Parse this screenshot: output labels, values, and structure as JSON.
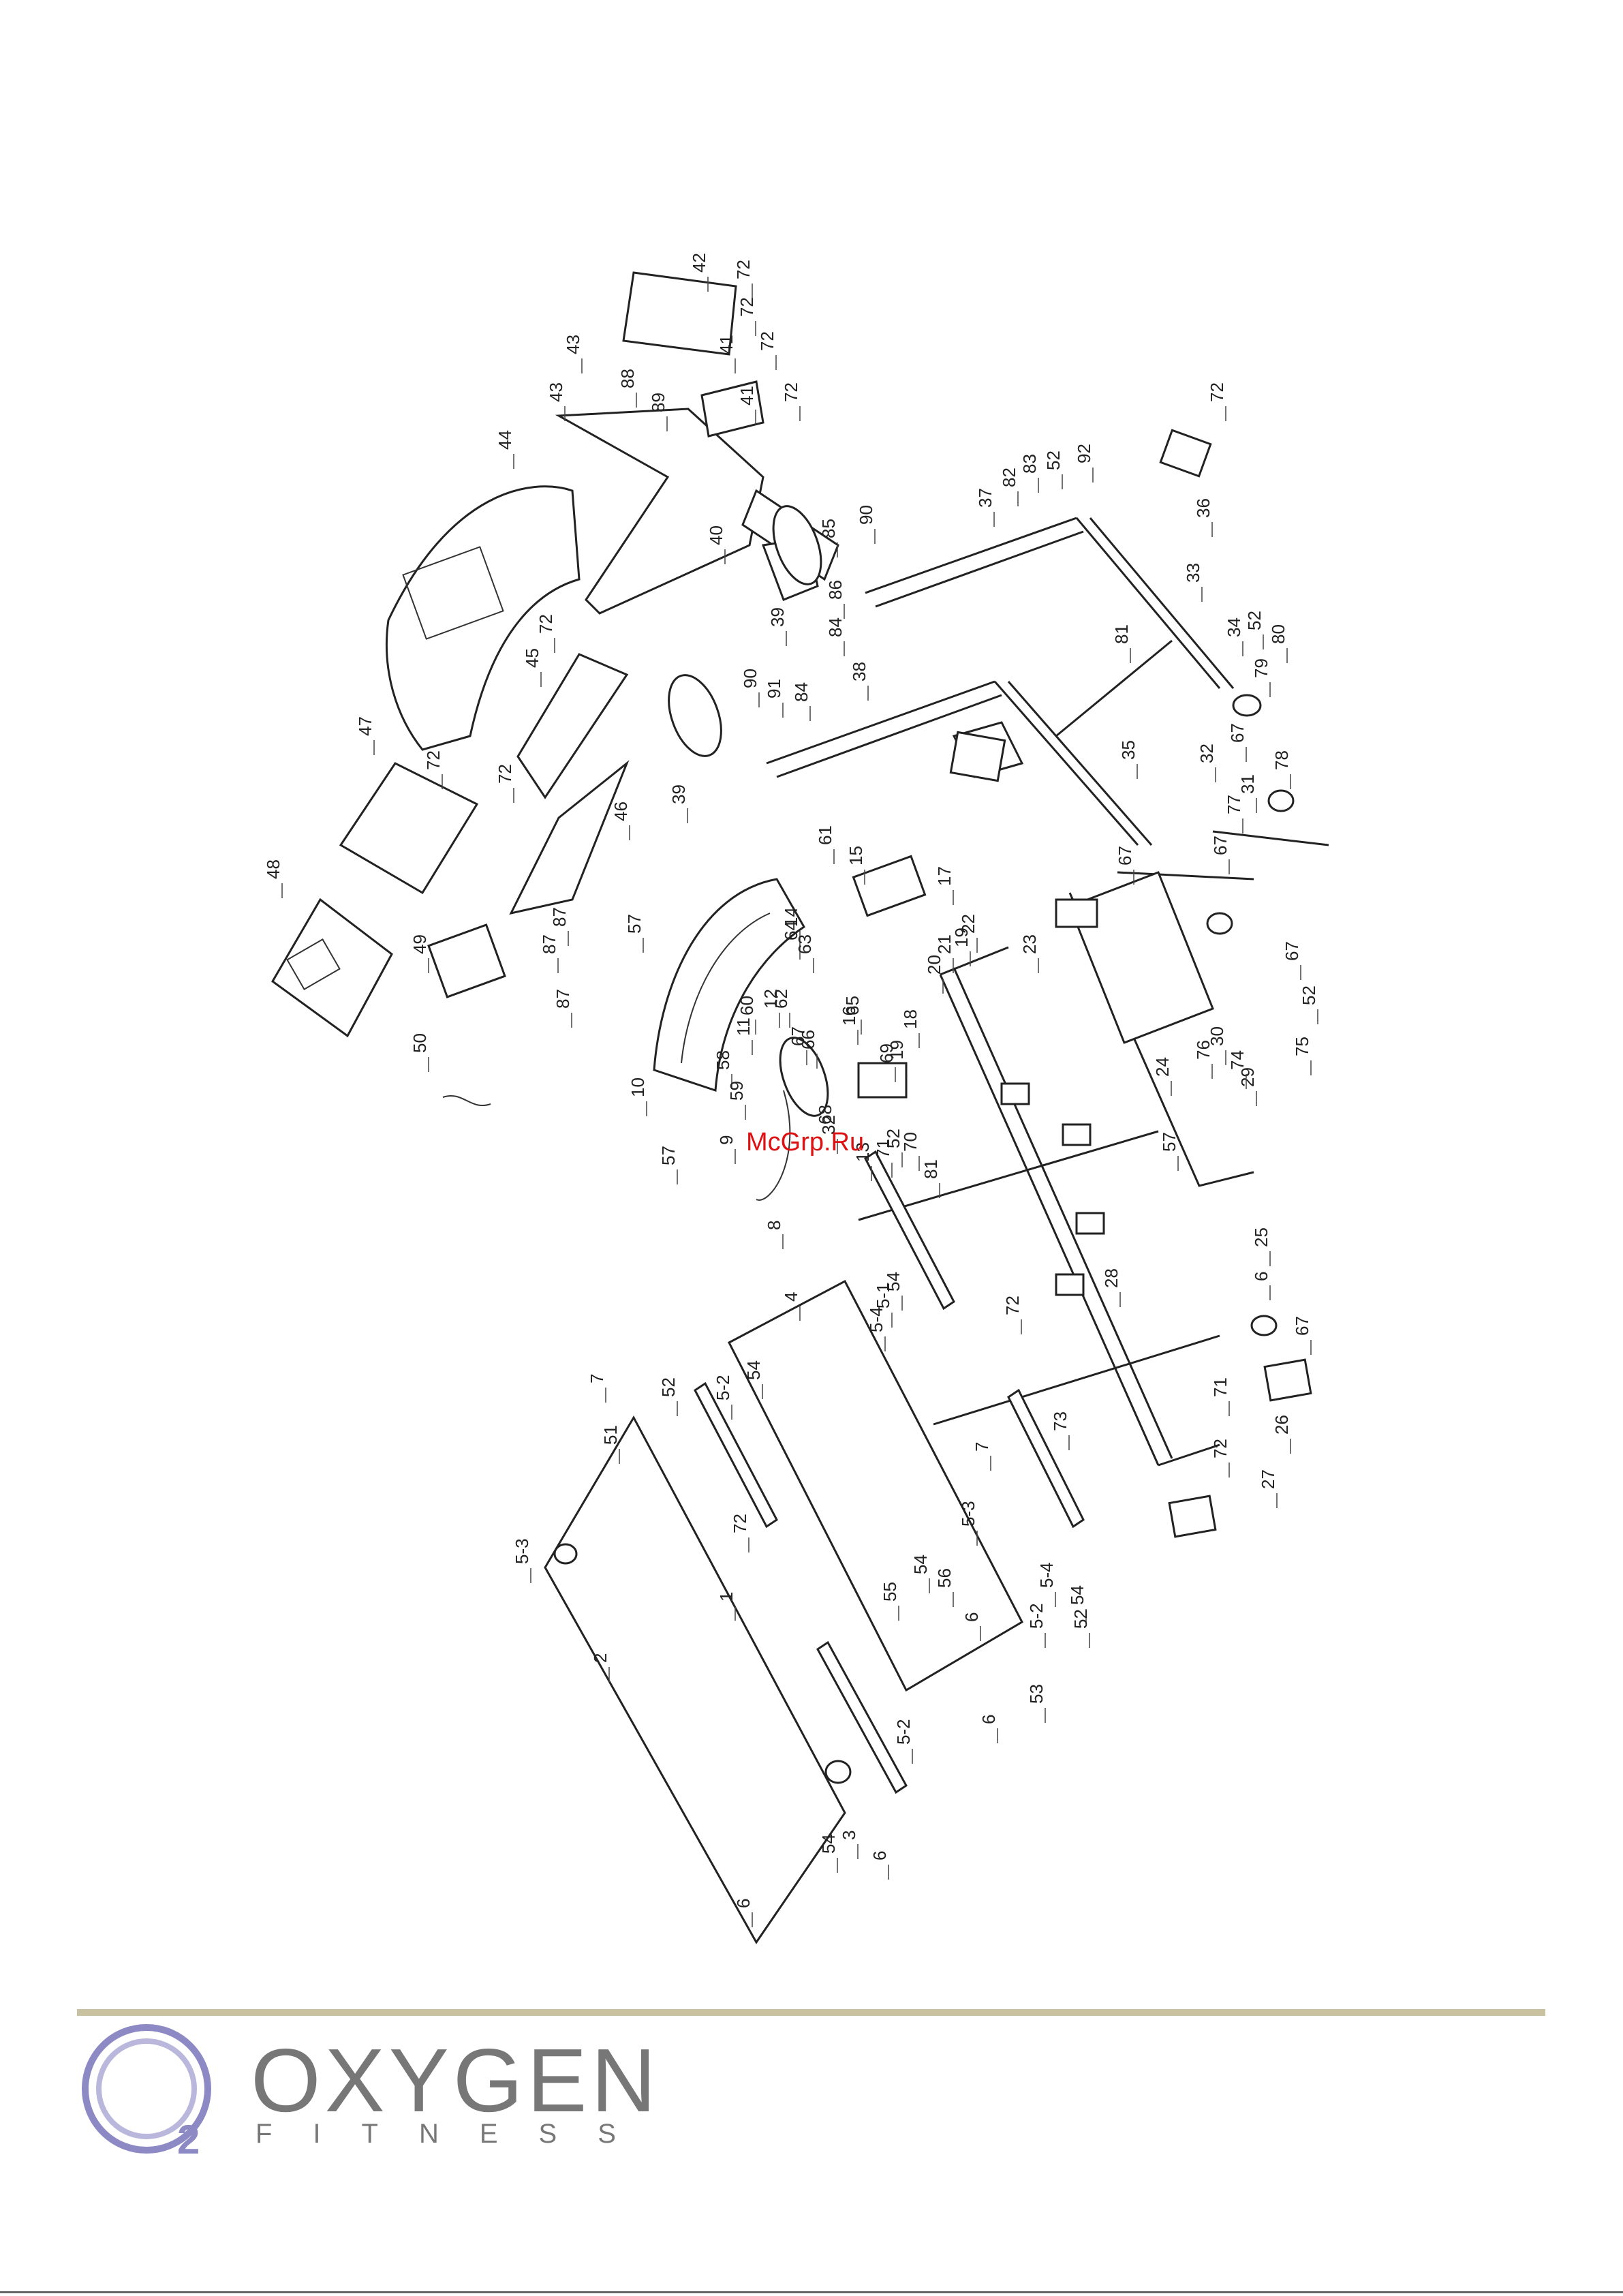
{
  "diagram": {
    "part_numbers": [
      "42",
      "72",
      "72",
      "43",
      "88",
      "41",
      "72",
      "89",
      "43",
      "41",
      "72",
      "44",
      "40",
      "39",
      "90",
      "85",
      "86",
      "84",
      "37",
      "82",
      "83",
      "52",
      "92",
      "72",
      "36",
      "33",
      "45",
      "72",
      "38",
      "90",
      "91",
      "84",
      "39",
      "72",
      "47",
      "72",
      "46",
      "34",
      "52",
      "80",
      "81",
      "79",
      "67",
      "35",
      "32",
      "67",
      "31",
      "78",
      "77",
      "67",
      "61",
      "15",
      "17",
      "57",
      "14",
      "64",
      "63",
      "12",
      "60",
      "11",
      "58",
      "16",
      "62",
      "65",
      "18",
      "67",
      "66",
      "69",
      "19",
      "10",
      "59",
      "9",
      "68",
      "32",
      "13",
      "71",
      "70",
      "52",
      "8",
      "22",
      "21",
      "20",
      "19",
      "23",
      "87",
      "48",
      "49",
      "87",
      "87",
      "50",
      "57",
      "81",
      "24",
      "57",
      "76",
      "30",
      "29",
      "74",
      "75",
      "52",
      "67",
      "28",
      "7",
      "51",
      "52",
      "5-2",
      "54",
      "4",
      "54",
      "5-1",
      "72",
      "5-4",
      "6",
      "25",
      "71",
      "67",
      "72",
      "26",
      "27",
      "73",
      "7",
      "5-3",
      "72",
      "5-4",
      "1",
      "2",
      "5-3",
      "55",
      "56",
      "54",
      "6",
      "5-2",
      "54",
      "6",
      "53",
      "52",
      "5-2",
      "3",
      "54",
      "6",
      "6"
    ],
    "watermark": "McGrp.Ru"
  },
  "footer": {
    "brand": "OXYGEN",
    "sub": "FITNESS",
    "logo_subscript": "2",
    "rule_color": "#c9c2a0",
    "logo_color": "#8c89c4",
    "text_color": "#777777"
  }
}
